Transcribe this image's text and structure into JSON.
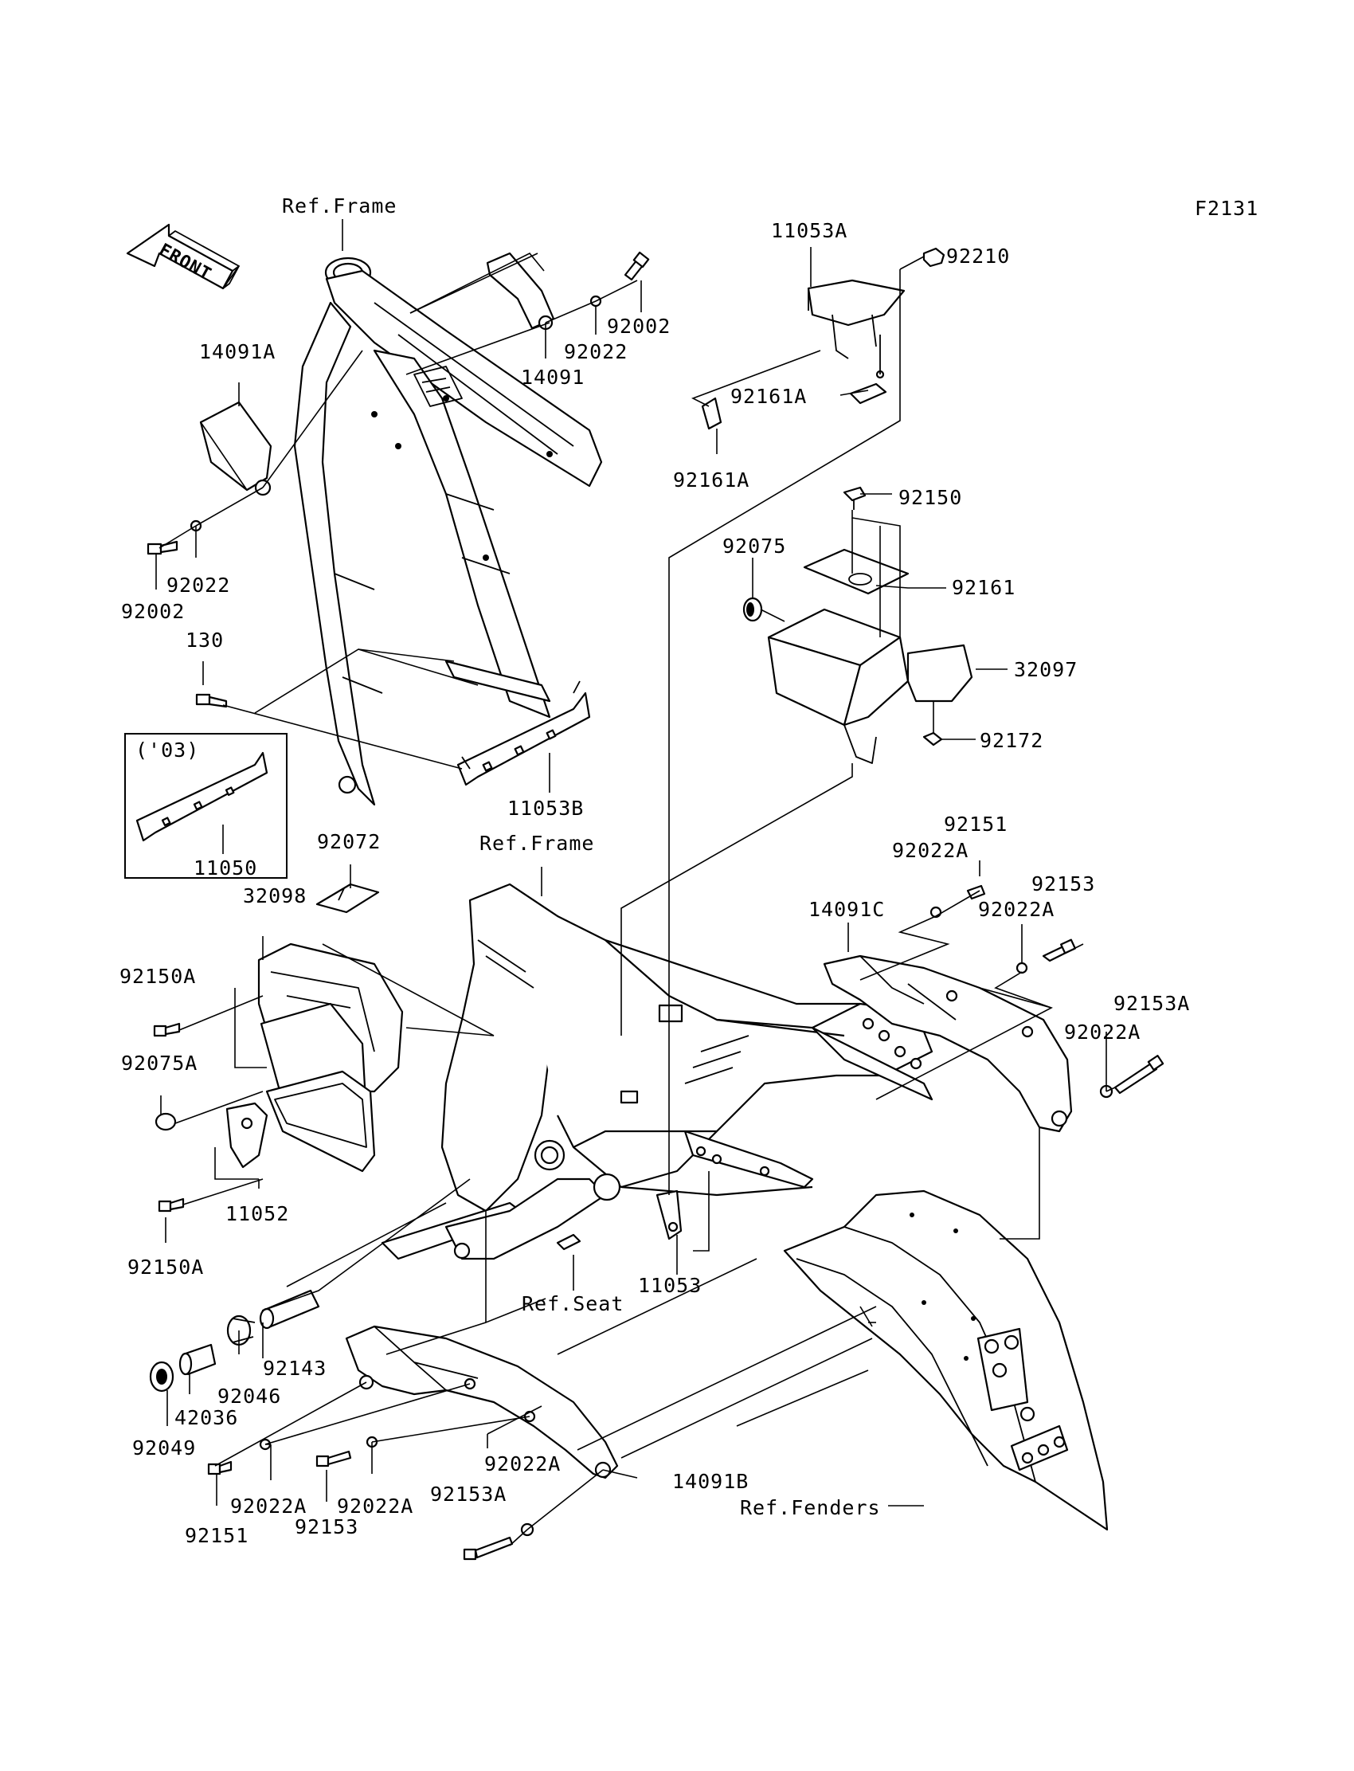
{
  "figure_code": "F2131",
  "front_arrow_text": "FRONT",
  "box_year": "('03)",
  "references": {
    "frame_top": "Ref.Frame",
    "frame_mid": "Ref.Frame",
    "seat": "Ref.Seat",
    "fenders": "Ref.Fenders"
  },
  "parts": {
    "p11053A": "11053A",
    "p92210": "92210",
    "p92002_a": "92002",
    "p92022_a": "92022",
    "p14091": "14091",
    "p14091A": "14091A",
    "p92161A_a": "92161A",
    "p92161A_b": "92161A",
    "p92150": "92150",
    "p92075": "92075",
    "p92161": "92161",
    "p92022_b": "92022",
    "p92002_b": "92002",
    "p130": "130",
    "p32097": "32097",
    "p92172": "92172",
    "p11053B": "11053B",
    "p11050": "11050",
    "p92072": "92072",
    "p92151_a": "92151",
    "p92022A_a": "92022A",
    "p92153_a": "92153",
    "p32098": "32098",
    "p14091C": "14091C",
    "p92022A_b": "92022A",
    "p92150A_a": "92150A",
    "p92153A_a": "92153A",
    "p92022A_c": "92022A",
    "p92075A": "92075A",
    "p11052": "11052",
    "p92150A_b": "92150A",
    "p11053": "11053",
    "p92143": "92143",
    "p92046": "92046",
    "p42036": "42036",
    "p92049": "92049",
    "p92022A_d": "92022A",
    "p14091B": "14091B",
    "p92022A_e": "92022A",
    "p92022A_f": "92022A",
    "p92153A_b": "92153A",
    "p92151_b": "92151",
    "p92153_b": "92153"
  }
}
